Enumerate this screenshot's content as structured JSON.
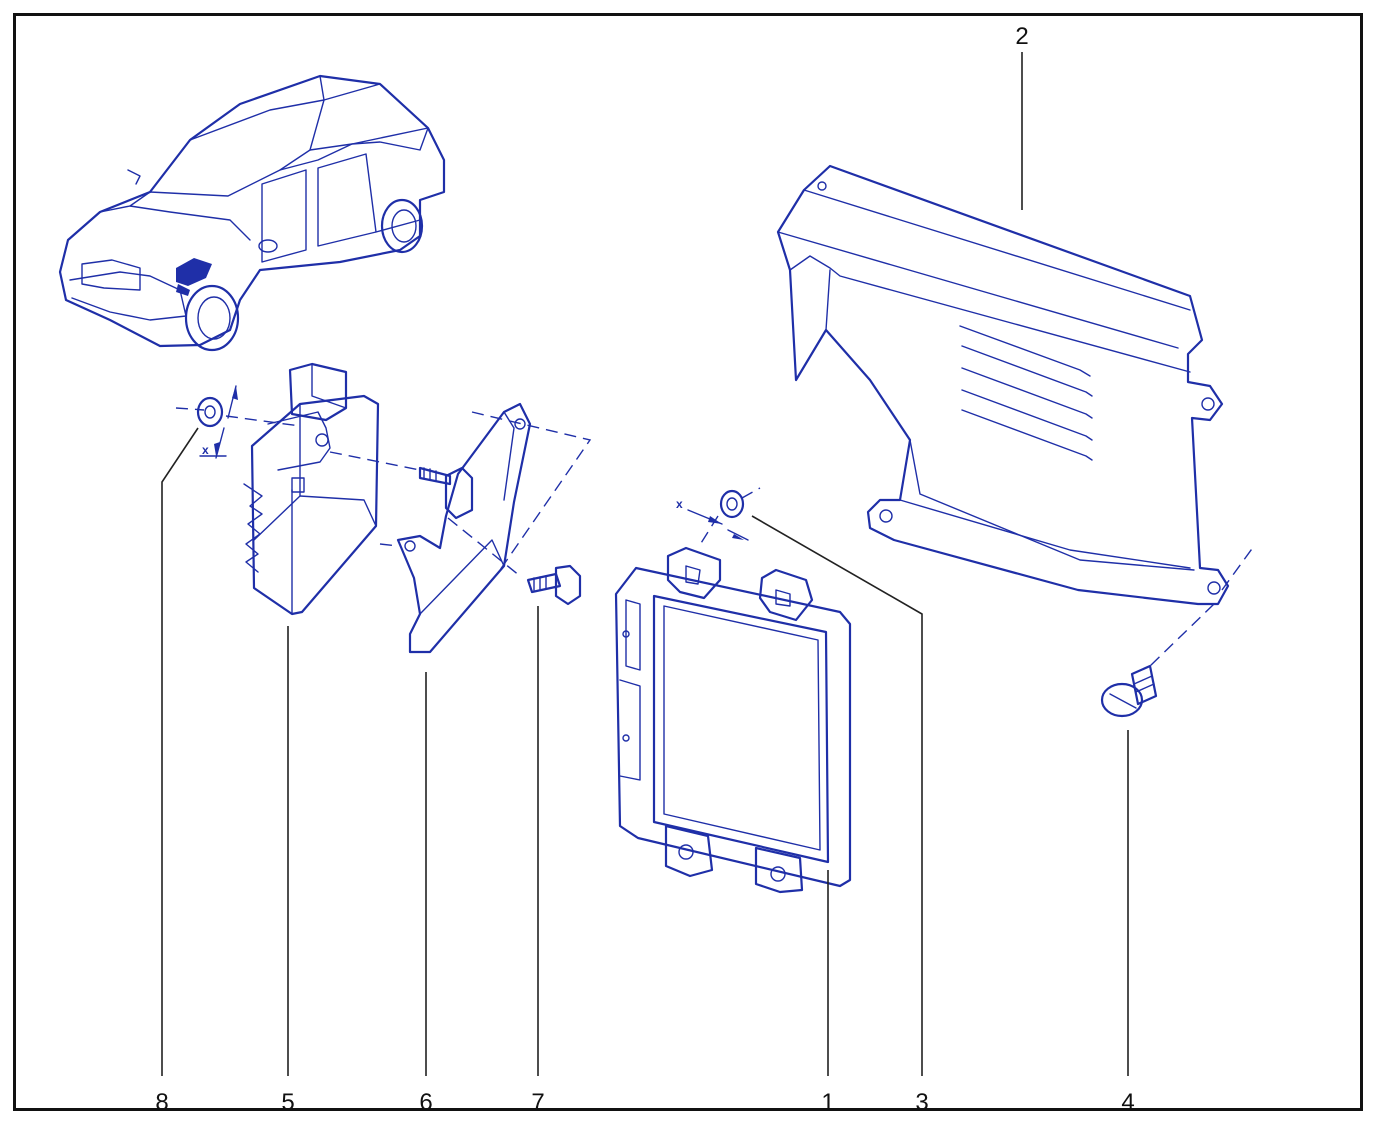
{
  "colors": {
    "ink": "#1f2fa8",
    "frame": "#111111",
    "background": "#ffffff"
  },
  "callouts": [
    {
      "id": "1",
      "label": "1"
    },
    {
      "id": "2",
      "label": "2"
    },
    {
      "id": "3",
      "label": "3"
    },
    {
      "id": "4",
      "label": "4"
    },
    {
      "id": "5",
      "label": "5"
    },
    {
      "id": "6",
      "label": "6"
    },
    {
      "id": "7",
      "label": "7"
    },
    {
      "id": "8",
      "label": "8"
    }
  ],
  "dimension_marks": {
    "left": "x",
    "right": "x"
  }
}
